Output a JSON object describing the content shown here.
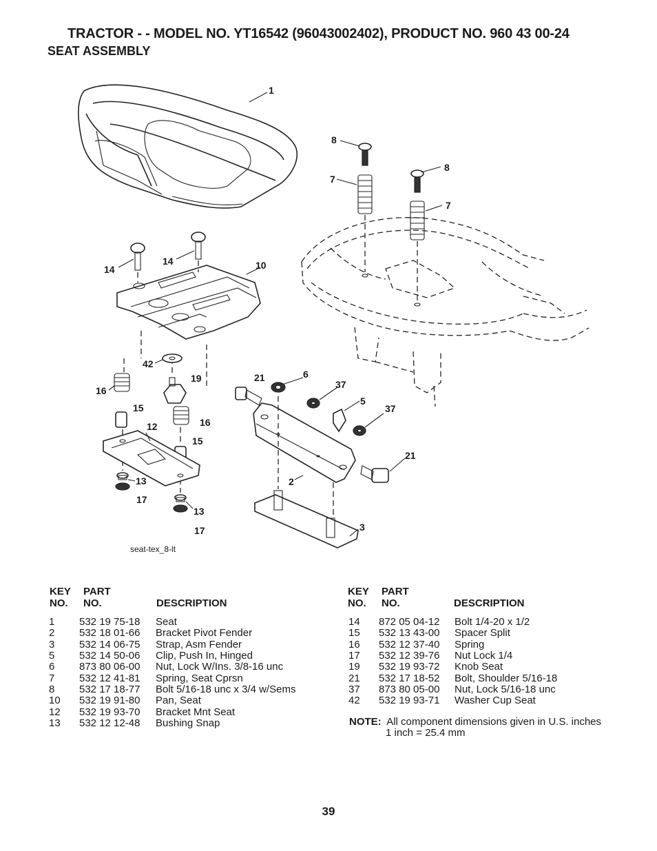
{
  "header": {
    "title": "TRACTOR - - MODEL NO. YT16542 (96043002402), PRODUCT NO. 960 43 00-24",
    "section": "SEAT ASSEMBLY"
  },
  "diagram": {
    "reference": "seat-tex_8-lt",
    "callouts": [
      "1",
      "8",
      "8",
      "7",
      "7",
      "14",
      "14",
      "10",
      "42",
      "19",
      "16",
      "21",
      "6",
      "37",
      "5",
      "37",
      "15",
      "12",
      "16",
      "15",
      "21",
      "2",
      "13",
      "17",
      "13",
      "17",
      "3"
    ]
  },
  "table_headers": {
    "key_line1": "KEY",
    "key_line2": "NO.",
    "part_line1": "PART",
    "part_line2": "NO.",
    "description": "DESCRIPTION"
  },
  "parts_left": [
    {
      "key": "1",
      "part": "532 19 75-18",
      "desc": "Seat"
    },
    {
      "key": "2",
      "part": "532 18 01-66",
      "desc": "Bracket Pivot Fender"
    },
    {
      "key": "3",
      "part": "532 14 06-75",
      "desc": "Strap, Asm Fender"
    },
    {
      "key": "5",
      "part": "532 14 50-06",
      "desc": "Clip, Push In, Hinged"
    },
    {
      "key": "6",
      "part": "873 80 06-00",
      "desc": "Nut, Lock  W/Ins. 3/8-16 unc"
    },
    {
      "key": "7",
      "part": "532 12 41-81",
      "desc": "Spring, Seat Cprsn"
    },
    {
      "key": "8",
      "part": "532 17 18-77",
      "desc": "Bolt 5/16-18 unc x 3/4 w/Sems"
    },
    {
      "key": "10",
      "part": "532 19 91-80",
      "desc": "Pan, Seat"
    },
    {
      "key": "12",
      "part": "532 19 93-70",
      "desc": "Bracket Mnt Seat"
    },
    {
      "key": "13",
      "part": "532 12 12-48",
      "desc": "Bushing Snap"
    }
  ],
  "parts_right": [
    {
      "key": "14",
      "part": "872 05 04-12",
      "desc": "Bolt 1/4-20 x 1/2"
    },
    {
      "key": "15",
      "part": "532 13 43-00",
      "desc": "Spacer Split"
    },
    {
      "key": "16",
      "part": "532 12 37-40",
      "desc": "Spring"
    },
    {
      "key": "17",
      "part": "532 12 39-76",
      "desc": "Nut Lock 1/4"
    },
    {
      "key": "19",
      "part": "532 19 93-72",
      "desc": "Knob Seat"
    },
    {
      "key": "21",
      "part": "532 17 18-52",
      "desc": "Bolt, Shoulder  5/16-18"
    },
    {
      "key": "37",
      "part": "873 80 05-00",
      "desc": "Nut, Lock 5/16-18 unc"
    },
    {
      "key": "42",
      "part": "532 19 93-71",
      "desc": "Washer Cup Seat"
    }
  ],
  "note": {
    "label": "NOTE:",
    "line1": "All component dimensions given in U.S. inches",
    "line2": "1 inch = 25.4 mm"
  },
  "footer": {
    "page_number": "39"
  }
}
